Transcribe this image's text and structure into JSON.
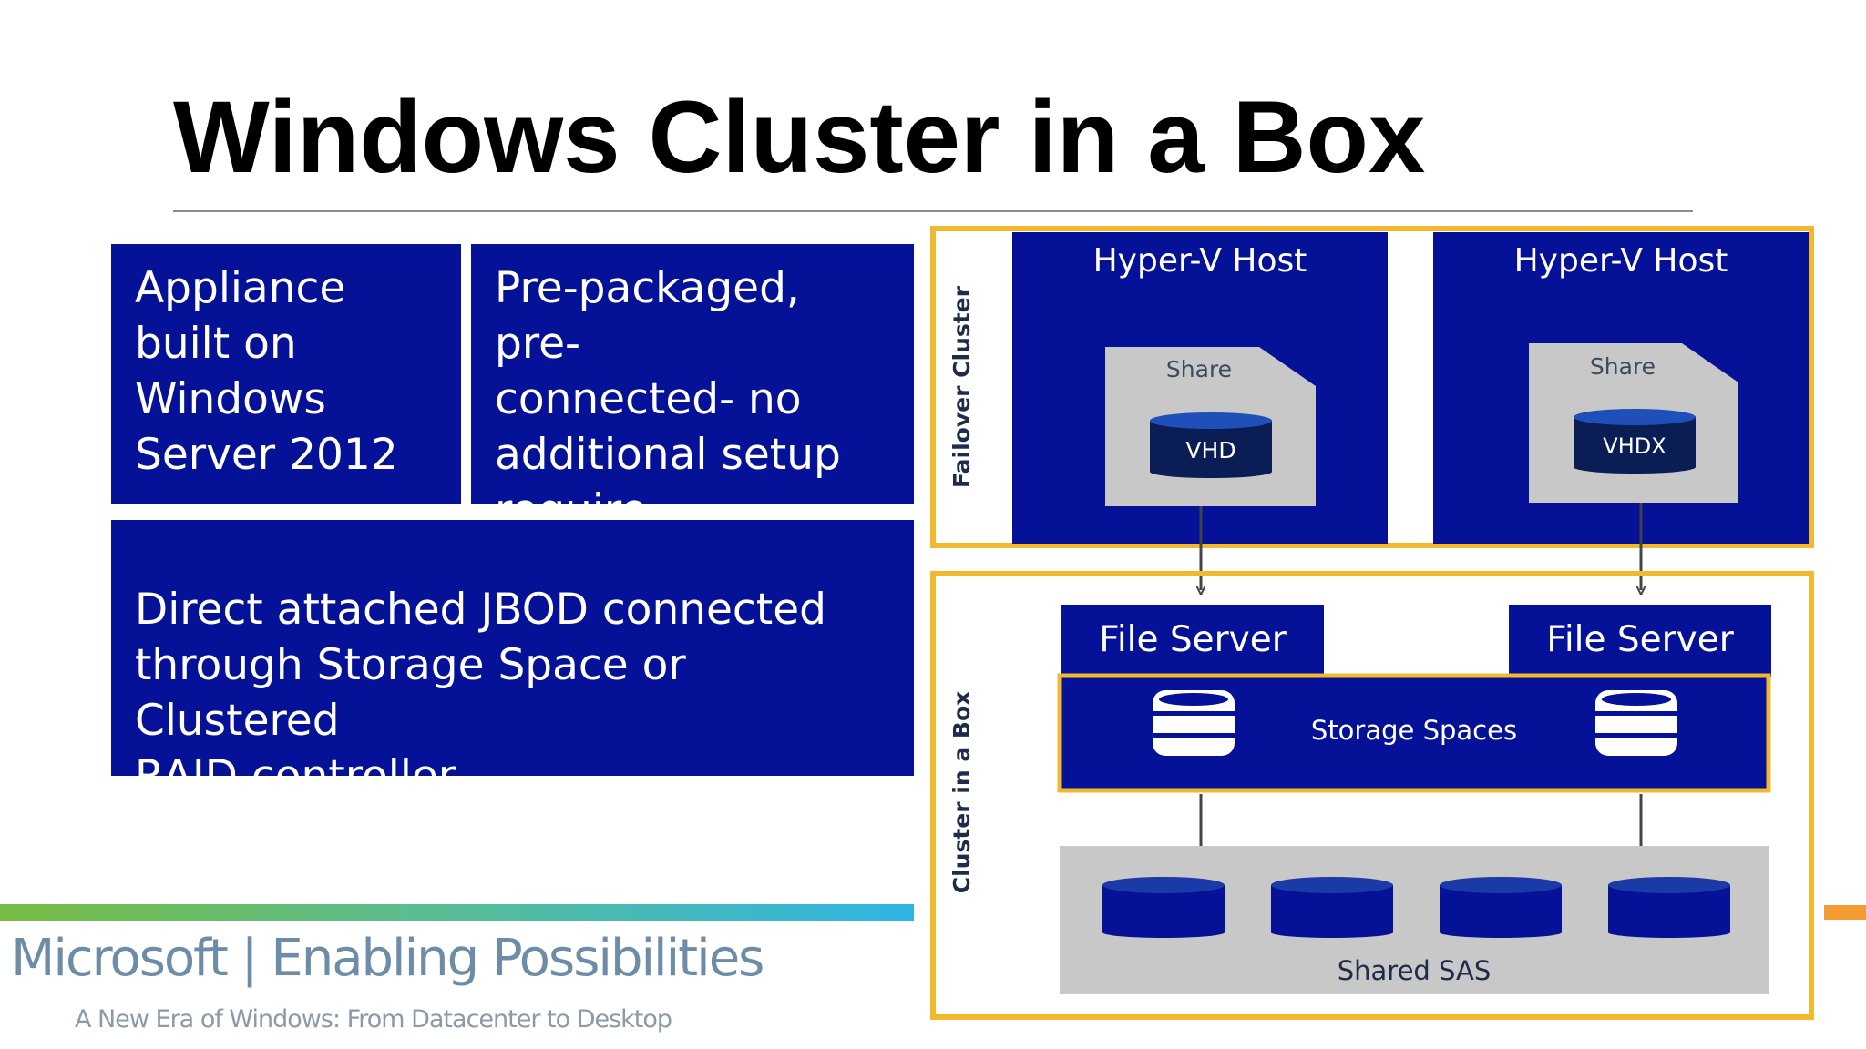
{
  "slide": {
    "title": "Windows Cluster in a Box",
    "box1_lines": [
      "Appliance",
      "built on",
      "Windows",
      "Server 2012"
    ],
    "box2_lines": [
      "Pre-packaged, pre-",
      "connected- no",
      "additional setup",
      "require"
    ],
    "box3_lines": [
      "Direct attached JBOD connected",
      "through Storage Space or Clustered",
      "RAID controller"
    ]
  },
  "footer": {
    "brand": "Microsoft | Enabling Possibilities",
    "tagline": "A New Era of Windows: From Datacenter to Desktop"
  },
  "diagram": {
    "failover_label": "Failover Cluster",
    "cluster_label": "Cluster in a Box",
    "host_left": "Hyper-V Host",
    "host_right": "Hyper-V Host",
    "share_left": "Share",
    "share_right": "Share",
    "disk_left": "VHD",
    "disk_right": "VHDX",
    "fs_left": "File Server",
    "fs_right": "File Server",
    "storage_spaces": "Storage Spaces",
    "shared_sas": "Shared SAS"
  },
  "colors": {
    "navy": "#051196",
    "gold": "#f2b82e",
    "gray": "#c8c8c8",
    "text_dark": "#2e3a4a"
  }
}
